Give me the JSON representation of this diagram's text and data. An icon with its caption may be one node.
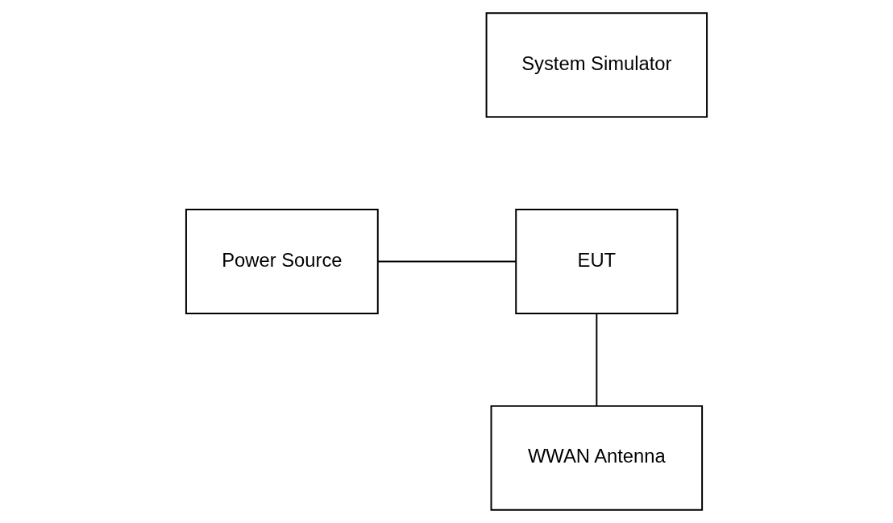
{
  "diagram": {
    "nodes": [
      {
        "text": [
          "System Simulator"
        ]
      },
      {
        "text": [
          "Power Source"
        ]
      },
      {
        "text": [
          "EUT"
        ]
      },
      {
        "text": [
          "WWAN Antenna"
        ]
      }
    ],
    "edges": [
      {
        "from": 1,
        "to": 2,
        "arrow": "none"
      },
      {
        "from": 2,
        "to": 3,
        "arrow": "none"
      }
    ]
  }
}
